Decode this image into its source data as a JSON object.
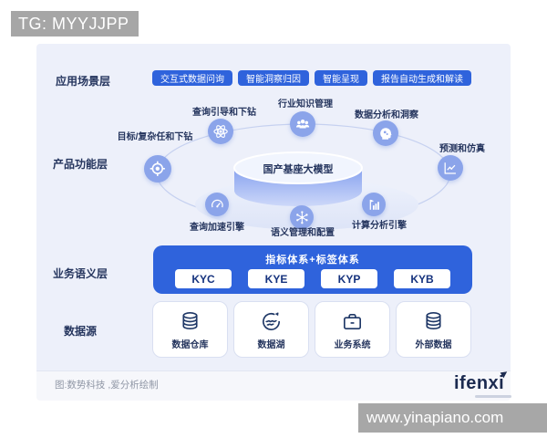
{
  "watermarks": {
    "top_left": "TG: MYYJJPP",
    "bottom_right": "www.yinapiano.com"
  },
  "footer": {
    "caption": "图:数势科技 ,爱分析绘制",
    "logo": "ifenxi"
  },
  "layers": {
    "application": {
      "label": "应用场景层",
      "buttons": [
        "交互式数据问询",
        "智能洞察归因",
        "智能呈现",
        "报告自动生成和解读"
      ]
    },
    "product": {
      "label": "产品功能层",
      "core": "国产基座大模型",
      "nodes": [
        {
          "label": "目标/复杂任和下钻",
          "icon": "target-icon"
        },
        {
          "label": "查询引导和下钻",
          "icon": "atom-icon"
        },
        {
          "label": "行业知识管理",
          "icon": "people-icon"
        },
        {
          "label": "数据分析和洞察",
          "icon": "head-gear-icon"
        },
        {
          "label": "预测和仿真",
          "icon": "trend-chart-icon"
        },
        {
          "label": "查询加速引擎",
          "icon": "gauge-icon"
        },
        {
          "label": "语义管理和配置",
          "icon": "semantic-network-icon"
        },
        {
          "label": "计算分析引擎",
          "icon": "compute-engine-icon"
        }
      ]
    },
    "semantic": {
      "label": "业务语义层",
      "title": "指标体系+标签体系",
      "buttons": [
        "KYC",
        "KYE",
        "KYP",
        "KYB"
      ]
    },
    "datasource": {
      "label": "数据源",
      "cards": [
        {
          "label": "数据仓库",
          "icon": "database-icon"
        },
        {
          "label": "数据湖",
          "icon": "data-lake-icon"
        },
        {
          "label": "业务系统",
          "icon": "briefcase-icon"
        },
        {
          "label": "外部数据",
          "icon": "external-database-icon"
        }
      ]
    }
  },
  "colors": {
    "accent_blue": "#2f63dc",
    "periwinkle": "#8ba4ea",
    "navy_text": "#25355e",
    "panel_bg": "#edf0fa",
    "icon_navy": "#1e3766"
  }
}
